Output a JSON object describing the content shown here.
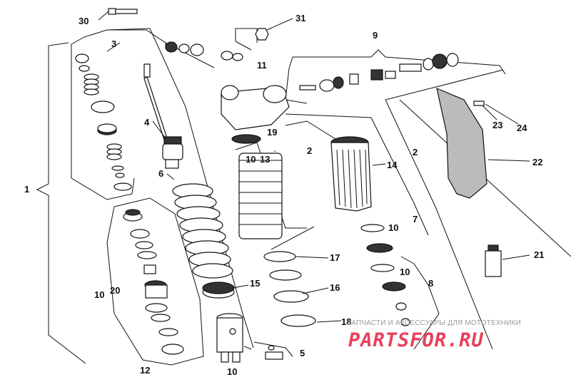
{
  "diagram": {
    "labels": {
      "l1": "1",
      "l2a": "2",
      "l2b": "2",
      "l3": "3",
      "l4": "4",
      "l5": "5",
      "l6": "6",
      "l7": "7",
      "l8": "8",
      "l9": "9",
      "l10a": "10",
      "l10b": "10",
      "l10c": "10",
      "l10d": "10",
      "l10e": "10",
      "l11": "11",
      "l12": "12",
      "l13": "13",
      "l14": "14",
      "l15": "15",
      "l16": "16",
      "l17": "17",
      "l18": "18",
      "l19": "19",
      "l20": "20",
      "l21": "21",
      "l22": "22",
      "l23": "23",
      "l24": "24",
      "l30": "30",
      "l31": "31"
    }
  },
  "watermark": {
    "caption": "ЗАПЧАСТИ И АКСЕССУАРЫ ДЛЯ МОТОТЕХНИКИ",
    "logo": "PARTSFOR.RU",
    "logo_color": "#e8415a"
  }
}
